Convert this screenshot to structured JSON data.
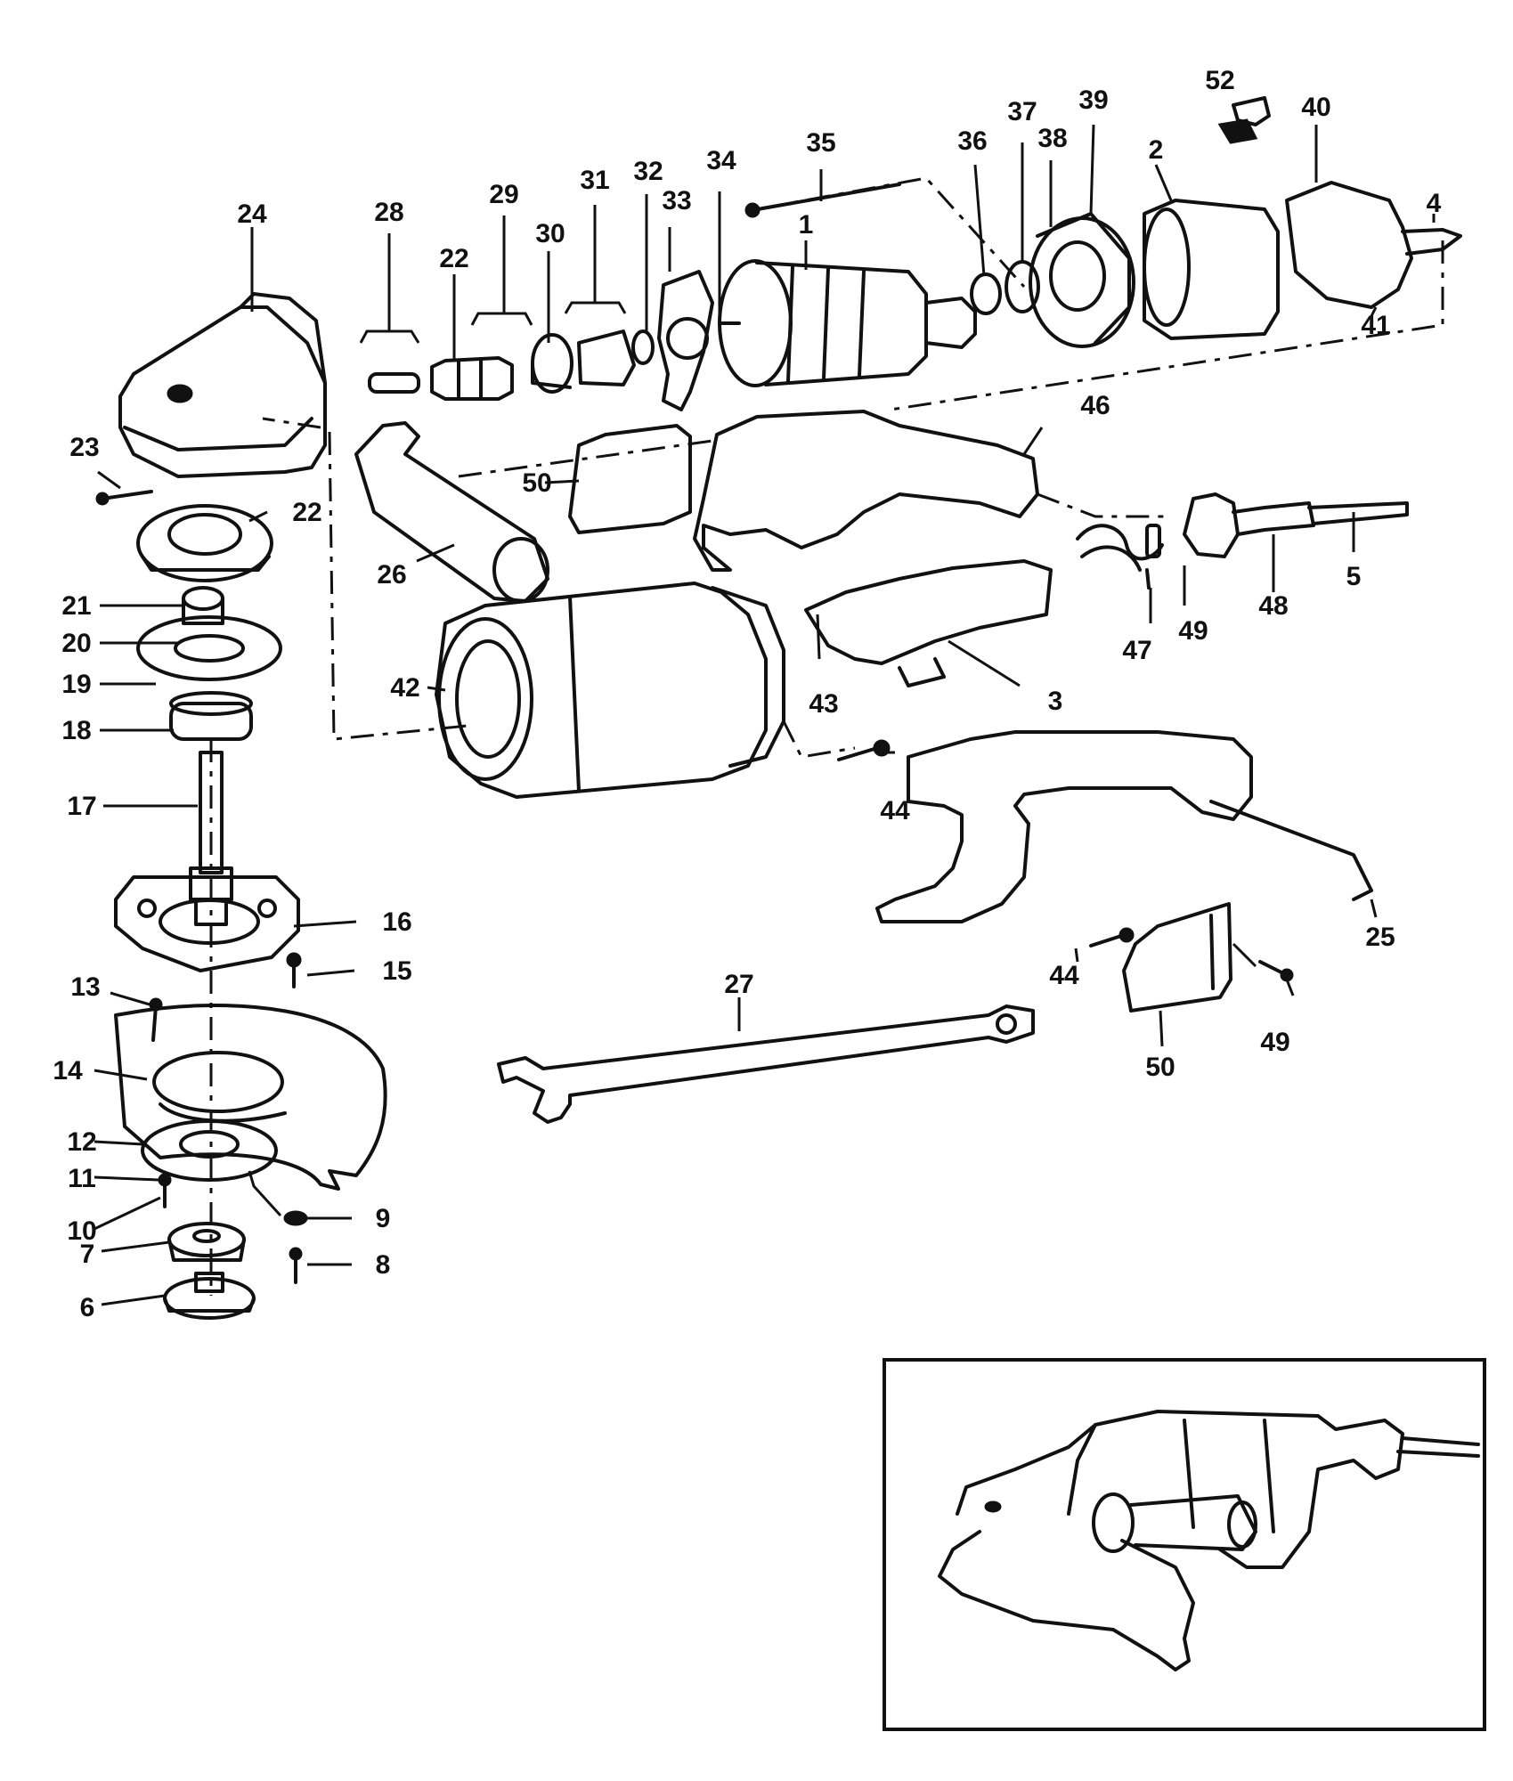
{
  "labels": {
    "p1": "1",
    "p2": "2",
    "p3": "3",
    "p4": "4",
    "p5": "5",
    "p6": "6",
    "p7": "7",
    "p8": "8",
    "p9": "9",
    "p10": "10",
    "p11": "11",
    "p12": "12",
    "p13": "13",
    "p14": "14",
    "p15": "15",
    "p16": "16",
    "p17": "17",
    "p18": "18",
    "p19": "19",
    "p20": "20",
    "p21": "21",
    "p22a": "22",
    "p22b": "22",
    "p23": "23",
    "p24": "24",
    "p25": "25",
    "p26": "26",
    "p27": "27",
    "p28": "28",
    "p29": "29",
    "p30": "30",
    "p31": "31",
    "p32": "32",
    "p33": "33",
    "p34": "34",
    "p35": "35",
    "p36": "36",
    "p37": "37",
    "p38": "38",
    "p39": "39",
    "p40": "40",
    "p41": "41",
    "p42": "42",
    "p43": "43",
    "p44a": "44",
    "p44b": "44",
    "p46": "46",
    "p47": "47",
    "p48": "48",
    "p49a": "49",
    "p49b": "49",
    "p50a": "50",
    "p50b": "50",
    "p52": "52"
  }
}
